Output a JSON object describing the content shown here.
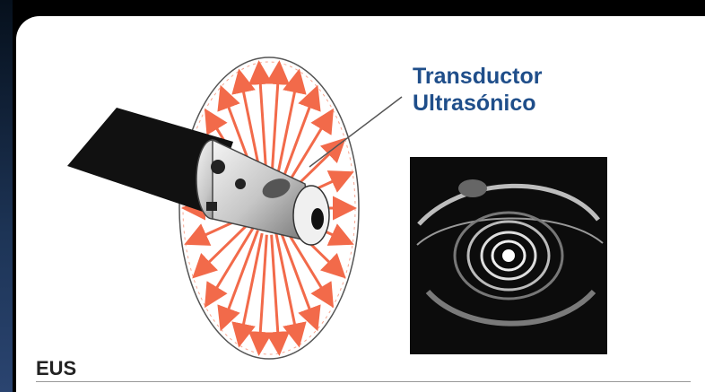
{
  "diagram": {
    "label_line1": "Transductor",
    "label_line2": "Ultrasónico",
    "caption": "EUS"
  },
  "colors": {
    "arrow": "#f26a4a",
    "label": "#1f4e8a",
    "probe_body": "#111111"
  },
  "icons": {
    "probe": "endoscope-probe-icon",
    "ultrasound": "ultrasound-image"
  }
}
